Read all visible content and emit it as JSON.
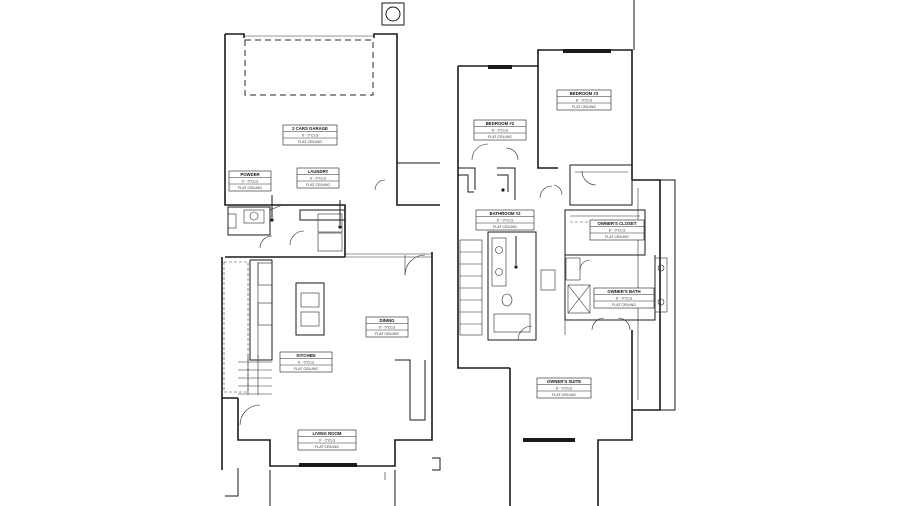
{
  "rooms": {
    "garage": {
      "name": "2 CARS GARAGE",
      "height": "9' - 0\"CLG",
      "ceiling": "FLAT CEILING"
    },
    "powder": {
      "name": "POWDER",
      "height": "9' - 0\"CLG",
      "ceiling": "FLAT CEILING"
    },
    "laundry": {
      "name": "LAUNDRY",
      "height": "9' - 0\"CLG",
      "ceiling": "FLAT CEILING"
    },
    "dining": {
      "name": "DINING",
      "height": "9' - 0\"CLG",
      "ceiling": "FLAT CEILING"
    },
    "kitchen": {
      "name": "KITCHEN",
      "height": "9' - 0\"CLG",
      "ceiling": "FLAT CEILING"
    },
    "living": {
      "name": "LIVING ROOM",
      "height": "9' - 0\"CLG",
      "ceiling": "FLAT CEILING"
    },
    "bedroom3": {
      "name": "BEDROOM #3",
      "height": "8' - 0\"CLG",
      "ceiling": "FLAT CEILING"
    },
    "bedroom2": {
      "name": "BEDROOM #2",
      "height": "8' - 0\"CLG",
      "ceiling": "FLAT CEILING"
    },
    "bathroom2": {
      "name": "BATHROOM #2",
      "height": "8' - 0\"CLG",
      "ceiling": "FLAT CEILING"
    },
    "owners_closet": {
      "name": "OWNER'S CLOSET",
      "height": "8' - 0\"CLG",
      "ceiling": "FLAT CEILING"
    },
    "owners_bath": {
      "name": "OWNER'S BATH",
      "height": "8' - 0\"CLG",
      "ceiling": "FLAT CEILING"
    },
    "owners_suite": {
      "name": "OWNER'S SUITE",
      "height": "8' - 0\"CLG",
      "ceiling": "FLAT CEILING"
    }
  }
}
